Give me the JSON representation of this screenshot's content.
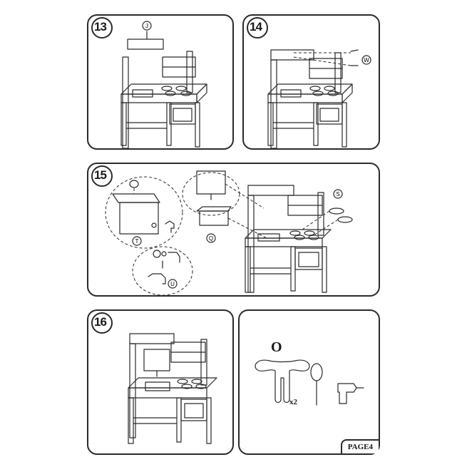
{
  "steps": {
    "s13": {
      "number": "13",
      "parts": [
        "J"
      ]
    },
    "s14": {
      "number": "14",
      "parts": [
        "W"
      ]
    },
    "s15": {
      "number": "15",
      "parts": [
        "S",
        "T",
        "Q",
        "U"
      ]
    },
    "s16": {
      "number": "16"
    }
  },
  "tools": {
    "persons_marker": "O",
    "persons_count": "x2"
  },
  "footer": {
    "page_label": "PAGE4"
  },
  "icons": [
    "screwdriver-icon",
    "power-drill-icon",
    "person-icon",
    "play-kitchen-illustration",
    "basin-illustration",
    "faucet-illustration"
  ]
}
